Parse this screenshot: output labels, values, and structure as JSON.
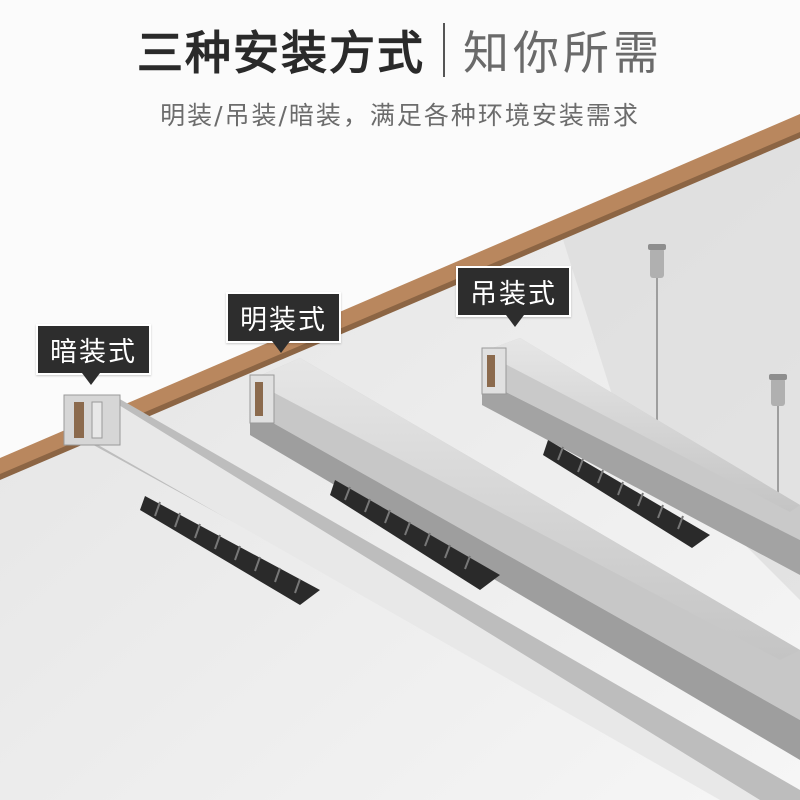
{
  "header": {
    "title_main": "三种安装方式",
    "title_sub": "知你所需",
    "subtitle": "明装/吊装/暗装，满足各种环境安装需求"
  },
  "labels": {
    "recessed": "暗装式",
    "surface": "明装式",
    "pendant": "吊装式"
  },
  "colors": {
    "wood_trim": "#b9875e",
    "fixture_aluminum": "#cfcfcf",
    "label_bg": "#2d2d2d"
  }
}
